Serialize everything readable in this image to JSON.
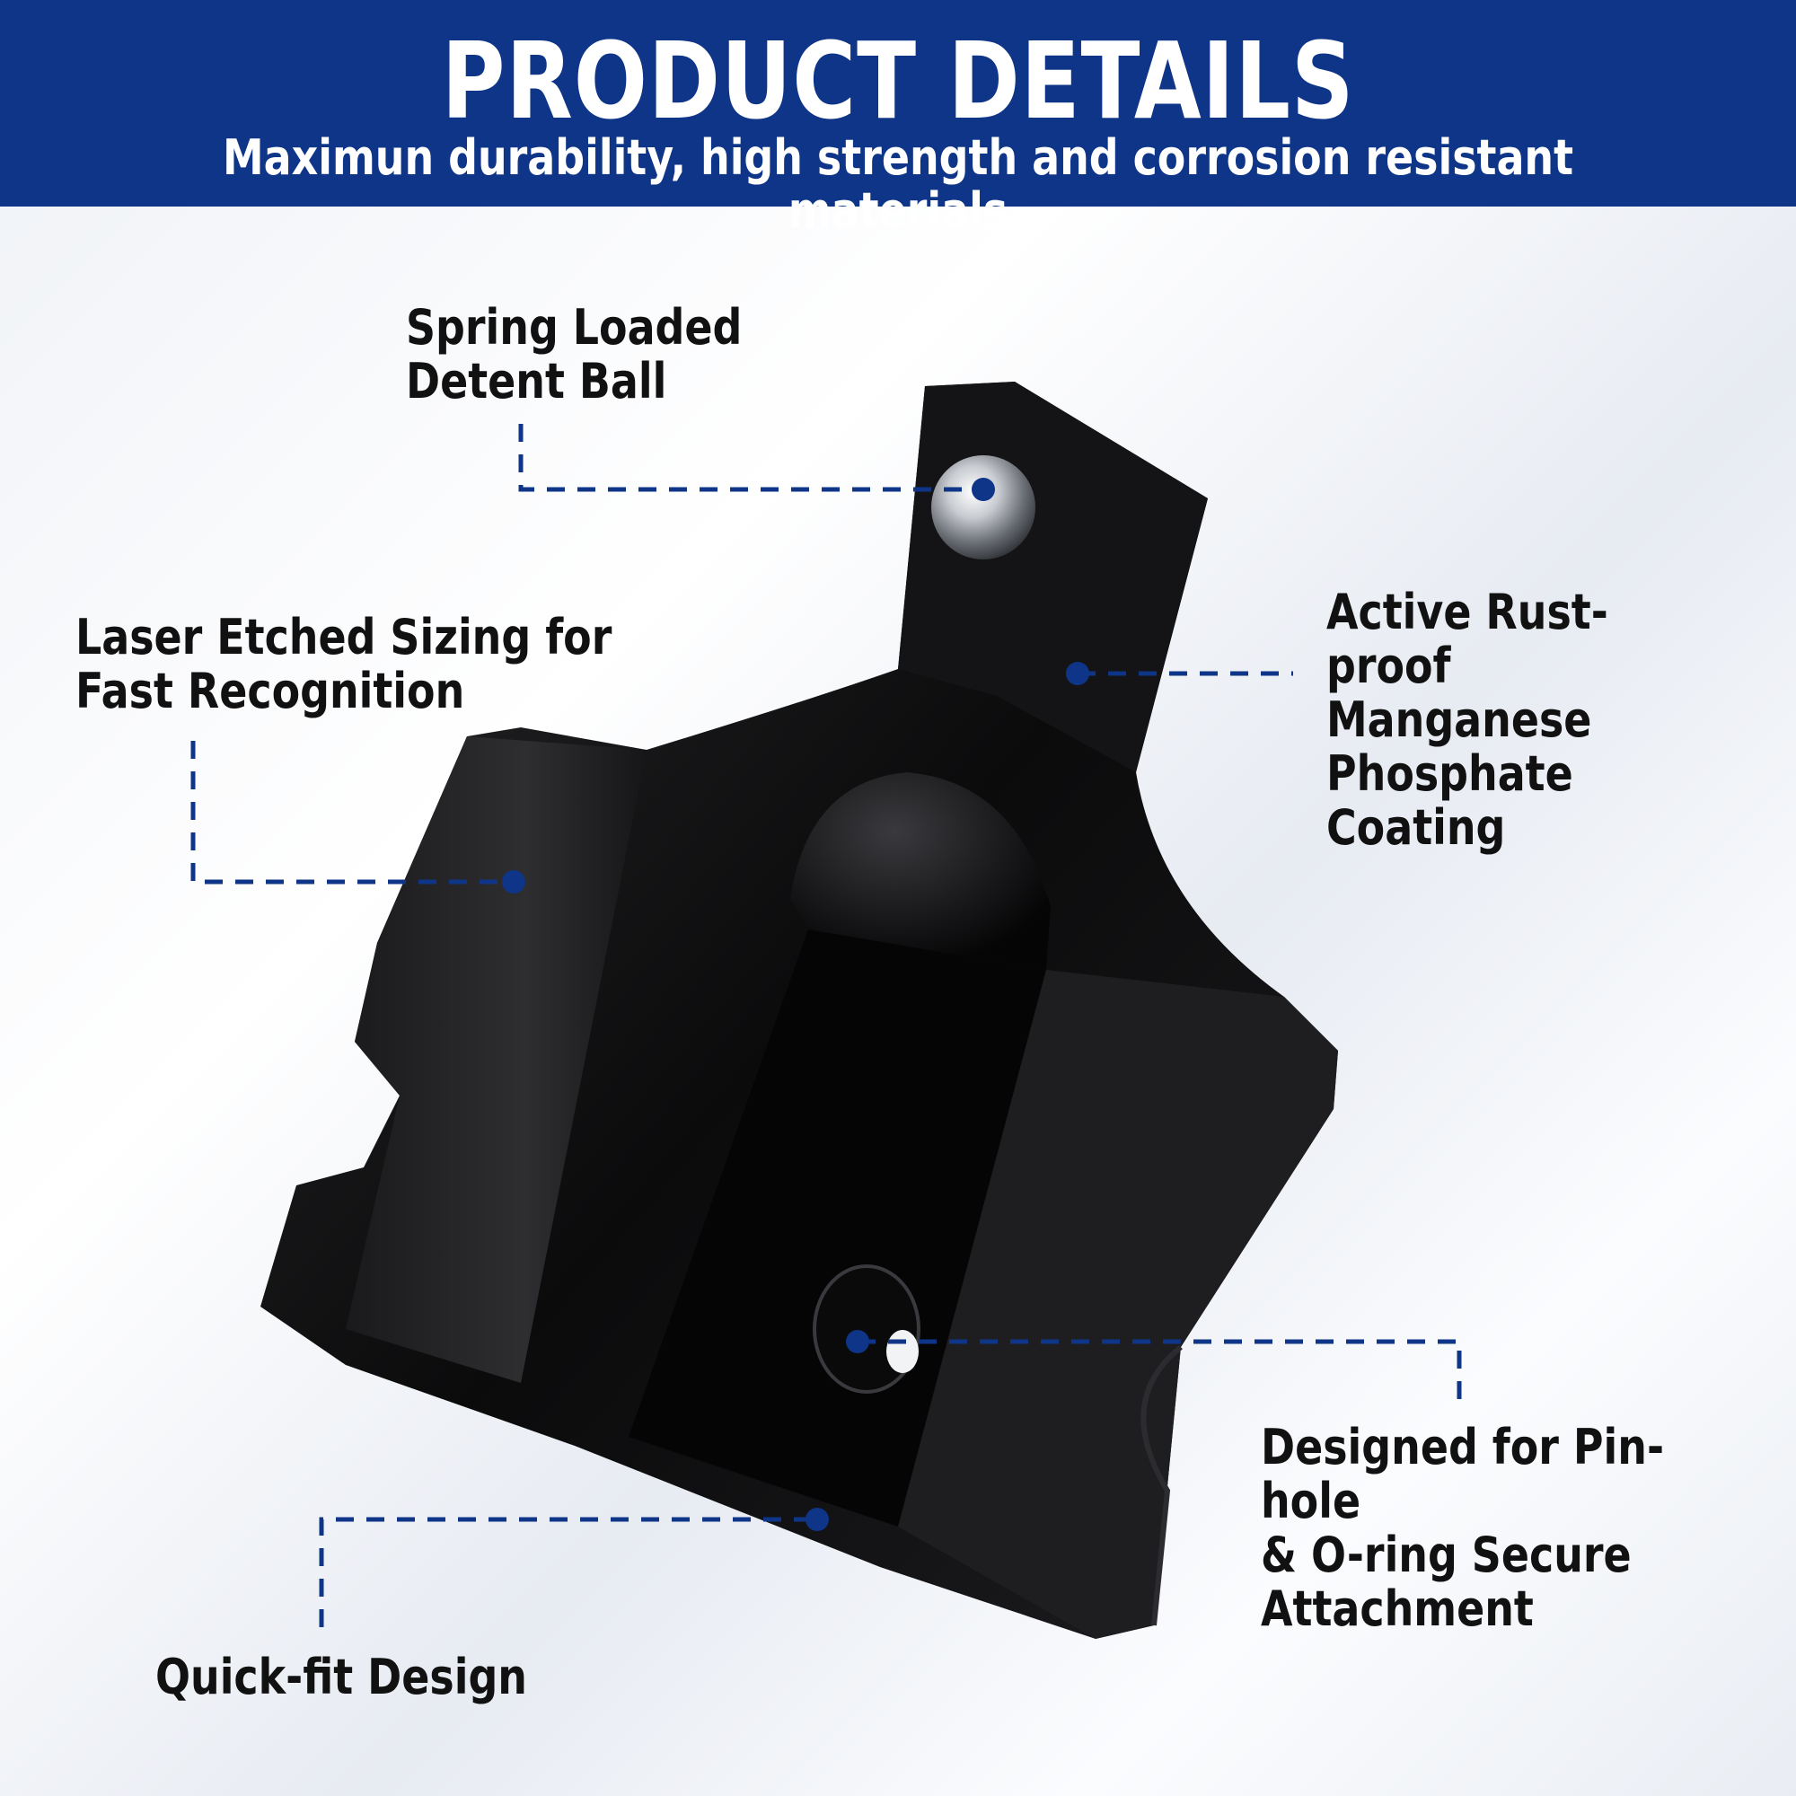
{
  "header": {
    "title": "PRODUCT DETAILS",
    "subtitle": "Maximun durability, high strength and corrosion resistant materials",
    "color": "#0e3587"
  },
  "callouts": [
    {
      "id": "detent",
      "text": "Spring Loaded\nDetent Ball"
    },
    {
      "id": "laser",
      "text": "Laser Etched Sizing for\nFast Recognition"
    },
    {
      "id": "coating",
      "text": "Active Rust-proof\nManganese\nPhosphate Coating"
    },
    {
      "id": "pinhole",
      "text": "Designed for Pin-hole\n& O-ring Secure\nAttachment"
    },
    {
      "id": "quickfit",
      "text": "Quick-fit Design"
    }
  ],
  "accent_color": "#0e3587"
}
